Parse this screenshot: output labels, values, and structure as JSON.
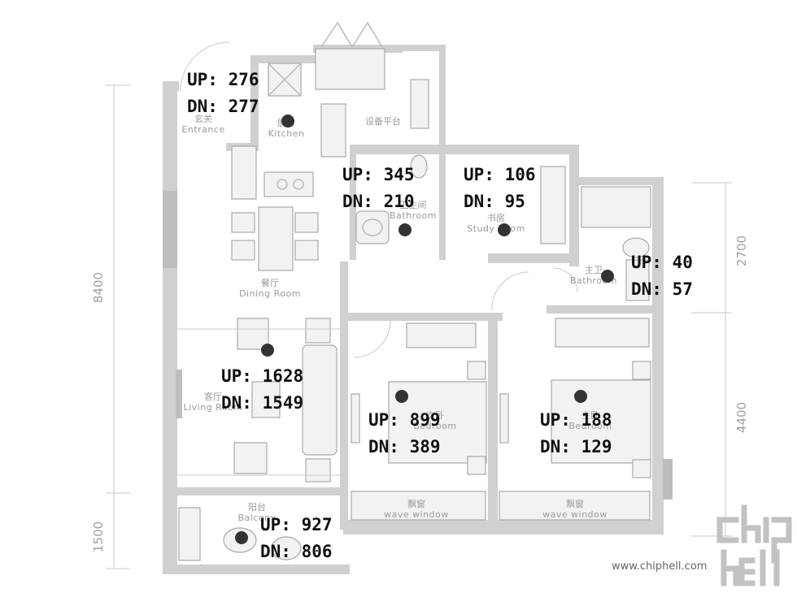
{
  "rooms": [
    {
      "key": "entrance",
      "zh": "玄关",
      "en": "Entrance"
    },
    {
      "key": "kitchen",
      "zh": "厨房",
      "en": "Kitchen"
    },
    {
      "key": "equipment",
      "zh": "设备平台",
      "en": ""
    },
    {
      "key": "bathroom",
      "zh": "卫生间",
      "en": "Bathroom"
    },
    {
      "key": "study",
      "zh": "书房",
      "en": "Study Room"
    },
    {
      "key": "master_bath",
      "zh": "主卫",
      "en": "Bathroom"
    },
    {
      "key": "dining",
      "zh": "餐厅",
      "en": "Dining Room"
    },
    {
      "key": "living",
      "zh": "客厅",
      "en": "Living Room"
    },
    {
      "key": "second_bedroom",
      "zh": "次卧",
      "en": "Bedroom"
    },
    {
      "key": "master_bedroom",
      "zh": "主卧",
      "en": "Bedroom"
    },
    {
      "key": "bay_window_1",
      "zh": "飘窗",
      "en": "wave window"
    },
    {
      "key": "bay_window_2",
      "zh": "飘窗",
      "en": "wave window"
    },
    {
      "key": "balcony",
      "zh": "阳台",
      "en": "Balcony"
    }
  ],
  "stats": [
    {
      "key": "kitchen",
      "up": "UP: 276",
      "dn": "DN: 277"
    },
    {
      "key": "bathroom",
      "up": "UP: 345",
      "dn": "DN: 210"
    },
    {
      "key": "study",
      "up": "UP: 106",
      "dn": "DN: 95"
    },
    {
      "key": "master_bath",
      "up": "UP: 40",
      "dn": "DN: 57"
    },
    {
      "key": "living",
      "up": "UP: 1628",
      "dn": "DN: 1549"
    },
    {
      "key": "second_bedroom",
      "up": "UP: 899",
      "dn": "DN: 389"
    },
    {
      "key": "master_bedroom",
      "up": "UP: 188",
      "dn": "DN: 129"
    },
    {
      "key": "balcony",
      "up": "UP: 927",
      "dn": "DN: 806"
    }
  ],
  "dimensions": {
    "left_total": "8400",
    "left_bottom": "1500",
    "right_top": "2700",
    "right_bottom": "4400"
  },
  "watermark": {
    "logo_text": "chiphell",
    "url": "www.chiphell.com"
  }
}
